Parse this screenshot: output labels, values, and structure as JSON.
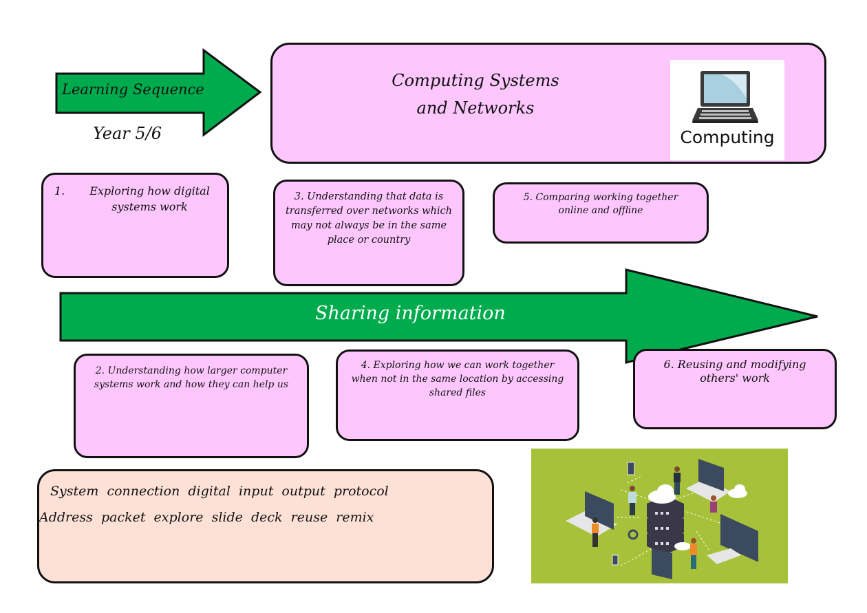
{
  "header": {
    "arrow_label": "Learning Sequence",
    "year": "Year 5/6",
    "title_line1": "Computing Systems",
    "title_line2": "and Networks",
    "symbol_label": "Computing",
    "symbol_icon": "laptop-icon"
  },
  "banner": {
    "label": "Sharing information"
  },
  "lessons": [
    {
      "number": "1.",
      "text": "Exploring how digital systems work"
    },
    {
      "number": "2.",
      "text": "Understanding how larger computer systems work and how they can help us"
    },
    {
      "number": "3.",
      "text": "Understanding that data is transferred over networks which may not always be in the same place or country"
    },
    {
      "number": "4.",
      "text": "Exploring how we can work together when not in the same location by accessing shared files"
    },
    {
      "number": "5.",
      "text": "Comparing working together online and offline"
    },
    {
      "number": "6.",
      "text": "Reusing and modifying others' work"
    }
  ],
  "vocabulary": {
    "line1": "System  connection  digital  input  output  protocol",
    "line2": "Address  packet  explore  slide  deck  reuse  remix"
  },
  "illustration": {
    "icon": "network-illustration"
  },
  "colors": {
    "arrow_green": "#00ab4e",
    "card_pink": "#fdc7fd",
    "vocab_peach": "#fde1d7",
    "illustration_green": "#a8c13a"
  }
}
